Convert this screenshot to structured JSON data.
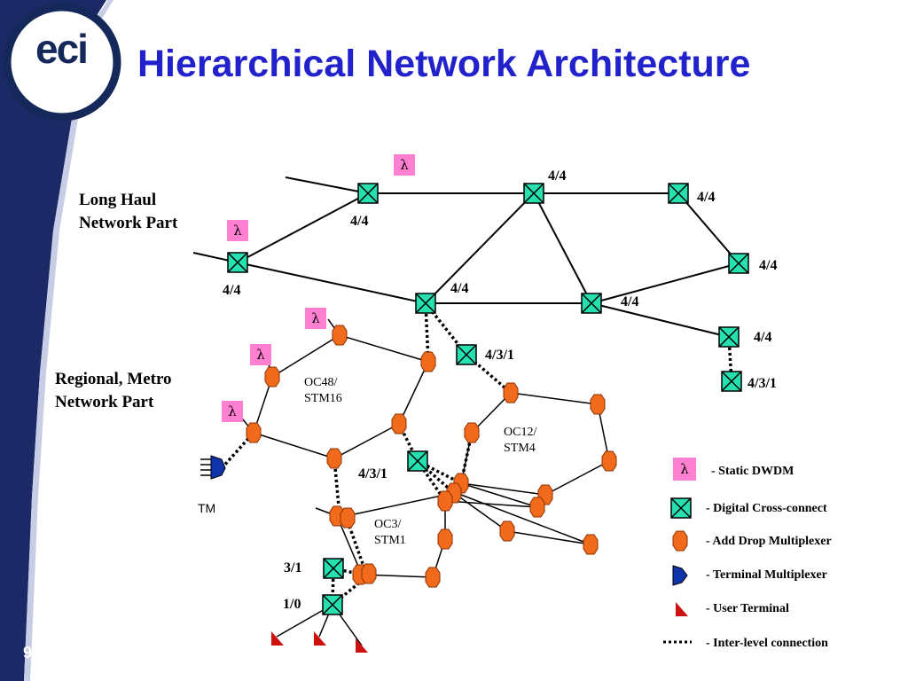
{
  "slide": {
    "title": "Hierarchical Network Architecture",
    "page_number": "9",
    "logo_text": "eci",
    "colors": {
      "title": "#2222cc",
      "band": "#1b2a66",
      "cross_connect": "#26e0b0",
      "adm": "#f26a1b",
      "dwdm": "#ff7fd0",
      "terminal_mux": "#1133aa",
      "user_terminal": "#cc1111"
    }
  },
  "diagram": {
    "sections": {
      "long_haul": [
        "Long Haul",
        "Network Part"
      ],
      "regional": [
        "Regional, Metro",
        "Network Part"
      ]
    },
    "lambda_symbol": "λ",
    "node_labels": {
      "lh_top_a": "4/4",
      "lh_top_b": "4/4",
      "lh_right_top": "4/4",
      "lh_right_mid": "4/4",
      "lh_left": "4/4",
      "lh_center": "4/4",
      "lh_lower_right": "4/4",
      "lh_far_right": "4/4",
      "far_right_lower": "4/3/1",
      "regional_cross": "4/3/1",
      "metro_cross": "4/3/1",
      "access_cross_upper": "3/1",
      "access_cross_lower": "1/0"
    },
    "ring_labels": {
      "oc48": [
        "OC48/",
        "STM16"
      ],
      "oc12": [
        "OC12/",
        "STM4"
      ],
      "oc3": [
        "OC3/",
        "STM1"
      ]
    },
    "tm_label": "TM"
  },
  "legend": [
    {
      "icon": "dwdm-icon",
      "label": "- Static DWDM"
    },
    {
      "icon": "cross-connect-icon",
      "label": "- Digital Cross-connect"
    },
    {
      "icon": "adm-icon",
      "label": "- Add Drop Multiplexer"
    },
    {
      "icon": "terminal-mux-icon",
      "label": "- Terminal Multiplexer"
    },
    {
      "icon": "user-terminal-icon",
      "label": "- User Terminal"
    },
    {
      "icon": "inter-level-icon",
      "label": "- Inter-level connection"
    }
  ]
}
